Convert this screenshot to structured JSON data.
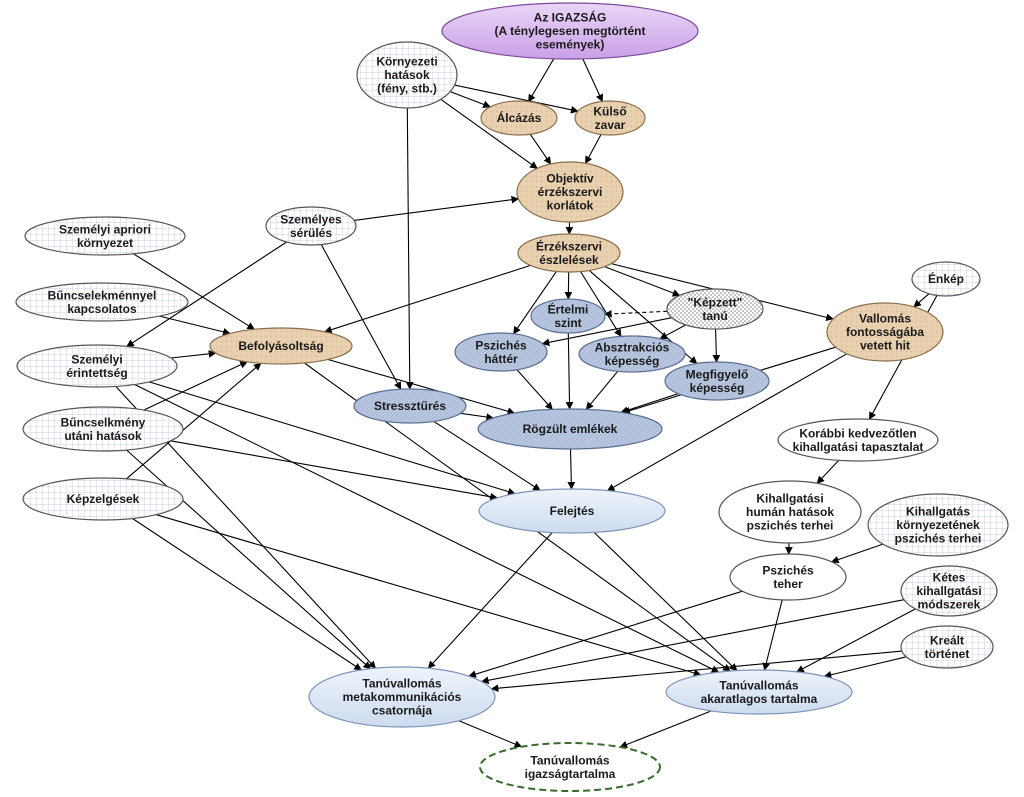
{
  "colors": {
    "truth": "#d9b9ee",
    "truth_border": "#7a4a99",
    "tan": "#e8cfae",
    "blue": "#b9c6df",
    "light_blue": "#dbe7f5",
    "grid": "#ffffff",
    "final_border": "#3a6b2e"
  },
  "nodes": [
    {
      "id": "igazsag",
      "style": "truth",
      "lines": [
        "Az IGAZSÁG",
        "(A ténylegesen megtörtént",
        "események)"
      ]
    },
    {
      "id": "kornyezeti",
      "style": "grid",
      "lines": [
        "Környezeti",
        "hatások",
        "(fény, stb.)"
      ]
    },
    {
      "id": "alcazas",
      "style": "tan",
      "lines": [
        "Álcázás"
      ]
    },
    {
      "id": "kulso",
      "style": "tan",
      "lines": [
        "Külső",
        "zavar"
      ]
    },
    {
      "id": "objektiv",
      "style": "tan",
      "lines": [
        "Objektív",
        "érzékszervi",
        "korlátok"
      ]
    },
    {
      "id": "szemelyi_apriori",
      "style": "grid",
      "lines": [
        "Személyi apriori",
        "környezet"
      ]
    },
    {
      "id": "szemelyes_serules",
      "style": "grid",
      "lines": [
        "Személyes",
        "sérülés"
      ]
    },
    {
      "id": "erzekszervi",
      "style": "tan",
      "lines": [
        "Érzékszervi",
        "észlelések"
      ]
    },
    {
      "id": "enkep",
      "style": "grid",
      "lines": [
        "Énkép"
      ]
    },
    {
      "id": "buncselekmennyel",
      "style": "grid",
      "lines": [
        "Bűncselekménnyel",
        "kapcsolatos"
      ]
    },
    {
      "id": "ertelmi",
      "style": "blue",
      "lines": [
        "Értelmi",
        "szint"
      ]
    },
    {
      "id": "kepzett",
      "style": "dotted",
      "lines": [
        "\"Képzett\"",
        "tanú"
      ]
    },
    {
      "id": "vallomas_hit",
      "style": "tan",
      "lines": [
        "Vallomás",
        "fontosságába",
        "vetett hit"
      ]
    },
    {
      "id": "befolyasoltsag",
      "style": "tan",
      "lines": [
        "Befolyásoltság"
      ]
    },
    {
      "id": "pszyches_hatter",
      "style": "blue",
      "lines": [
        "Pszichés",
        "háttér"
      ]
    },
    {
      "id": "absztrakcios",
      "style": "blue",
      "lines": [
        "Absztrakciós",
        "képesség"
      ]
    },
    {
      "id": "szemelyi_erintettseg",
      "style": "grid",
      "lines": [
        "Személyi",
        "érintettség"
      ]
    },
    {
      "id": "megfigyelo",
      "style": "blue",
      "lines": [
        "Megfigyelő",
        "képesség"
      ]
    },
    {
      "id": "stressz",
      "style": "blue",
      "lines": [
        "Stressztűrés"
      ]
    },
    {
      "id": "buncselekmeny_utani",
      "style": "grid",
      "lines": [
        "Bűncselkmény",
        "utáni hatások"
      ]
    },
    {
      "id": "rogzult",
      "style": "blue",
      "lines": [
        "Rögzült emlékek"
      ]
    },
    {
      "id": "korabbi",
      "style": "plain",
      "lines": [
        "Korábbi kedvezőtlen",
        "kihallgatási tapasztalat"
      ]
    },
    {
      "id": "kepzelgesek",
      "style": "grid",
      "lines": [
        "Képzelgések"
      ]
    },
    {
      "id": "felejtes",
      "style": "light_blue",
      "lines": [
        "Felejtés"
      ]
    },
    {
      "id": "kihallgatasi_human",
      "style": "plain",
      "lines": [
        "Kihallgatási",
        "humán hatások",
        "pszichés terhei"
      ]
    },
    {
      "id": "kihallgatas_kornyezet",
      "style": "grid",
      "lines": [
        "Kihallgatás",
        "környezetének",
        "pszichés terhei"
      ]
    },
    {
      "id": "pszyches_teher",
      "style": "plain",
      "lines": [
        "Pszichés",
        "teher"
      ]
    },
    {
      "id": "ketes",
      "style": "grid",
      "lines": [
        "Kétes",
        "kihallgatási",
        "módszerek"
      ]
    },
    {
      "id": "krealt",
      "style": "grid",
      "lines": [
        "Kreált",
        "történet"
      ]
    },
    {
      "id": "metakom",
      "style": "light_blue",
      "lines": [
        "Tanúvallomás",
        "metakommunikációs",
        "csatornája"
      ]
    },
    {
      "id": "akaratlagos",
      "style": "light_blue",
      "lines": [
        "Tanúvallomás",
        "akaratlagos tartalma"
      ]
    },
    {
      "id": "igazsagtartalma",
      "style": "final",
      "lines": [
        "Tanúvallomás",
        "igazságtartalma"
      ]
    }
  ],
  "edges": [
    [
      "igazsag",
      "alcazas"
    ],
    [
      "igazsag",
      "kulso"
    ],
    [
      "kornyezeti",
      "alcazas"
    ],
    [
      "kornyezeti",
      "kulso"
    ],
    [
      "kornyezeti",
      "objektiv"
    ],
    [
      "kornyezeti",
      "stressz"
    ],
    [
      "alcazas",
      "objektiv"
    ],
    [
      "kulso",
      "objektiv"
    ],
    [
      "szemelyes_serules",
      "objektiv"
    ],
    [
      "szemelyes_serules",
      "szemelyi_erintettseg"
    ],
    [
      "szemelyes_serules",
      "stressz"
    ],
    [
      "objektiv",
      "erzekszervi"
    ],
    [
      "erzekszervi",
      "befolyasoltsag"
    ],
    [
      "erzekszervi",
      "ertelmi"
    ],
    [
      "erzekszervi",
      "pszyches_hatter"
    ],
    [
      "erzekszervi",
      "absztrakcios"
    ],
    [
      "erzekszervi",
      "megfigyelo"
    ],
    [
      "erzekszervi",
      "kepzett"
    ],
    [
      "erzekszervi",
      "vallomas_hit"
    ],
    [
      "kepzett",
      "ertelmi"
    ],
    [
      "kepzett",
      "pszyches_hatter"
    ],
    [
      "kepzett",
      "absztrakcios"
    ],
    [
      "kepzett",
      "megfigyelo"
    ],
    [
      "enkep",
      "vallomas_hit"
    ],
    [
      "enkep",
      "korabbi"
    ],
    [
      "szemelyi_apriori",
      "befolyasoltsag"
    ],
    [
      "buncselekmennyel",
      "befolyasoltsag"
    ],
    [
      "szemelyi_erintettseg",
      "befolyasoltsag"
    ],
    [
      "buncselekmeny_utani",
      "befolyasoltsag"
    ],
    [
      "befolyasoltsag",
      "rogzult"
    ],
    [
      "ertelmi",
      "rogzult"
    ],
    [
      "pszyches_hatter",
      "rogzult"
    ],
    [
      "absztrakcios",
      "rogzult"
    ],
    [
      "megfigyelo",
      "rogzult"
    ],
    [
      "stressz",
      "rogzult"
    ],
    [
      "vallomas_hit",
      "rogzult"
    ],
    [
      "rogzult",
      "felejtes"
    ],
    [
      "stressz",
      "felejtes"
    ],
    [
      "vallomas_hit",
      "felejtes"
    ],
    [
      "szemelyi_erintettseg",
      "felejtes"
    ],
    [
      "buncselekmeny_utani",
      "felejtes"
    ],
    [
      "szemelyi_erintettseg",
      "metakom"
    ],
    [
      "szemelyi_erintettseg",
      "akaratlagos"
    ],
    [
      "buncselekmeny_utani",
      "metakom"
    ],
    [
      "kepzelgesek",
      "befolyasoltsag"
    ],
    [
      "kepzelgesek",
      "metakom"
    ],
    [
      "kepzelgesek",
      "akaratlagos"
    ],
    [
      "befolyasoltsag",
      "akaratlagos"
    ],
    [
      "felejtes",
      "metakom"
    ],
    [
      "felejtes",
      "akaratlagos"
    ],
    [
      "korabbi",
      "kihallgatasi_human"
    ],
    [
      "kihallgatasi_human",
      "pszyches_teher"
    ],
    [
      "kihallgatas_kornyezet",
      "pszyches_teher"
    ],
    [
      "pszyches_teher",
      "metakom"
    ],
    [
      "pszyches_teher",
      "akaratlagos"
    ],
    [
      "ketes",
      "metakom"
    ],
    [
      "ketes",
      "akaratlagos"
    ],
    [
      "krealt",
      "metakom"
    ],
    [
      "krealt",
      "akaratlagos"
    ],
    [
      "metakom",
      "igazsagtartalma"
    ],
    [
      "akaratlagos",
      "igazsagtartalma"
    ]
  ]
}
